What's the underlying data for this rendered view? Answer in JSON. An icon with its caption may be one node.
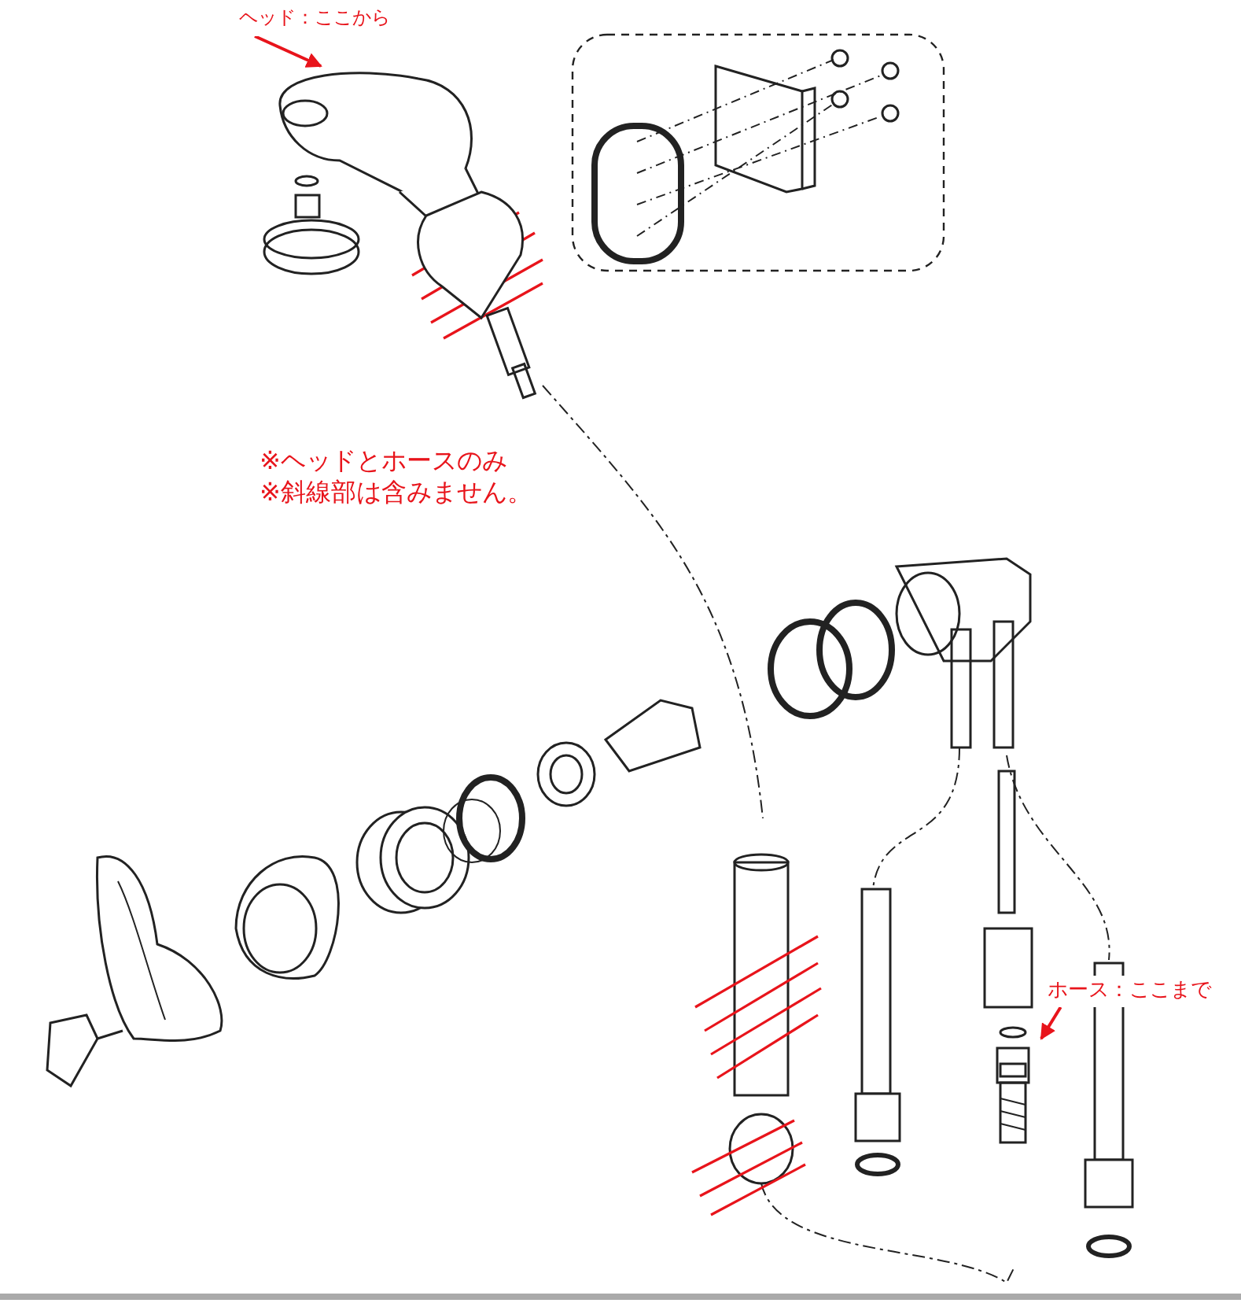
{
  "diagram": {
    "nodes": [
      {
        "text": [
          "ヘッド：ここから"
        ]
      },
      {
        "text": [],
        "shape": "picture"
      },
      {
        "text": [
          "ホース：ここまで"
        ]
      },
      {
        "text": [],
        "shape": "picture"
      }
    ],
    "edges": [
      {
        "from": 0,
        "to": 1,
        "arrow": "to",
        "color": "#e8141b"
      },
      {
        "from": 2,
        "to": 3,
        "arrow": "to",
        "color": "#e8141b"
      }
    ],
    "labels": [
      "※ヘッドとホースのみ",
      "※斜線部は含みません。"
    ]
  }
}
